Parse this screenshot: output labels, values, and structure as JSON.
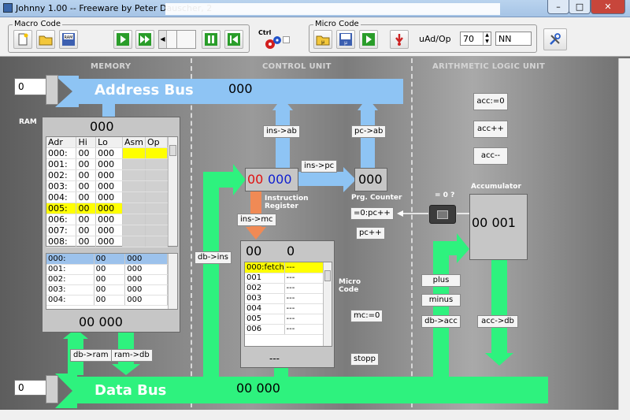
{
  "window": {
    "title": "Johnny 1.00 --  Freeware by Peter Dauscher, 2"
  },
  "toolbar": {
    "macro_label": "Macro Code",
    "micro_label": "Micro Code",
    "ram_label": "RAM",
    "ctrl_label": "Ctrl",
    "uad_label": "uAd/Op",
    "uad_value": "70",
    "op_value": "NN"
  },
  "sections": {
    "memory": "MEMORY",
    "control": "CONTROL UNIT",
    "alu": "ARITHMETIC LOGIC UNIT"
  },
  "address_bus": {
    "label": "Address Bus",
    "value": "000",
    "input": "0"
  },
  "data_bus": {
    "label": "Data Bus",
    "value": "00 000",
    "input": "0"
  },
  "ram": {
    "label": "RAM",
    "addr_value": "000",
    "headers": [
      "Adr",
      "Hi",
      "Lo",
      "Asm",
      "Op"
    ],
    "rows": [
      {
        "adr": "000:",
        "hi": "00",
        "lo": "000"
      },
      {
        "adr": "001:",
        "hi": "00",
        "lo": "000"
      },
      {
        "adr": "002:",
        "hi": "00",
        "lo": "000"
      },
      {
        "adr": "003:",
        "hi": "00",
        "lo": "000"
      },
      {
        "adr": "004:",
        "hi": "00",
        "lo": "000"
      },
      {
        "adr": "005:",
        "hi": "00",
        "lo": "000"
      },
      {
        "adr": "006:",
        "hi": "00",
        "lo": "000"
      },
      {
        "adr": "007:",
        "hi": "00",
        "lo": "000"
      },
      {
        "adr": "008:",
        "hi": "00",
        "lo": "000"
      }
    ],
    "lower_rows": [
      {
        "adr": "000:",
        "hi": "00",
        "lo": "000"
      },
      {
        "adr": "001:",
        "hi": "00",
        "lo": "000"
      },
      {
        "adr": "002:",
        "hi": "00",
        "lo": "000"
      },
      {
        "adr": "003:",
        "hi": "00",
        "lo": "000"
      },
      {
        "adr": "004:",
        "hi": "00",
        "lo": "000"
      }
    ],
    "data_value": "00  000",
    "db_ram": "db->ram",
    "ram_db": "ram->db"
  },
  "control": {
    "ins_ab": "ins->ab",
    "pc_ab": "pc->ab",
    "ins_pc": "ins->pc",
    "ins_mc": "ins->mc",
    "db_ins": "db->ins",
    "ir_hi": "00",
    "ir_lo": "000",
    "ir_label": "Instruction Register",
    "pc_value": "000",
    "pc_label": "Prg. Counter",
    "pc_zero": "=0:pc++",
    "pc_inc": "pc++",
    "mc_zero": "mc:=0",
    "stopp": "stopp",
    "micro_label": "Micro Code",
    "mc_hi": "00",
    "mc_lo": "0",
    "mc_rows": [
      {
        "adr": "000:fetch",
        "val": "---"
      },
      {
        "adr": "001",
        "val": "---"
      },
      {
        "adr": "002",
        "val": "---"
      },
      {
        "adr": "003",
        "val": "---"
      },
      {
        "adr": "004",
        "val": "---"
      },
      {
        "adr": "005",
        "val": "---"
      },
      {
        "adr": "006",
        "val": "---"
      }
    ],
    "mc_footer": "---"
  },
  "alu": {
    "acc_zero": "acc:=0",
    "acc_inc": "acc++",
    "acc_dec": "acc--",
    "zero_q": "= 0 ?",
    "acc_label": "Accumulator",
    "acc_value": "00  001",
    "plus": "plus",
    "minus": "minus",
    "db_acc": "db->acc",
    "acc_db": "acc->db"
  },
  "colors": {
    "bus_blue": "#8ec4f4",
    "bus_green": "#2ef27e",
    "highlight": "#ffff00",
    "selected": "#9cc2ec",
    "arrow_orange": "#f08a55"
  }
}
